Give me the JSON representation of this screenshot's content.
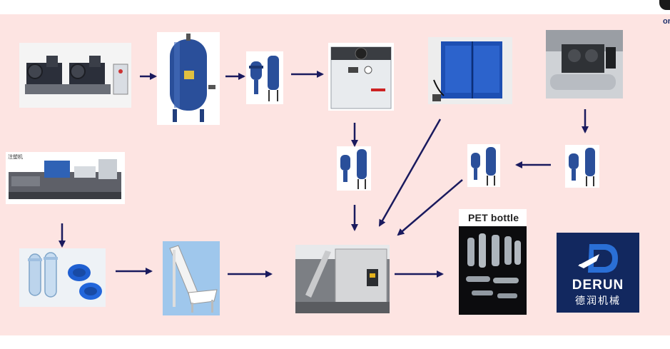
{
  "edge_text": "or",
  "pet_label": "PET bottle",
  "logo": {
    "name": "DERUN",
    "chinese": "德润机械"
  },
  "inj_label": "注塑机",
  "colors": {
    "background": "#fde4e2",
    "arrow": "#1a1a5e",
    "tank": "#2a4f9a",
    "logo_bg": "#12285f"
  },
  "icons": [
    "air-compressor-icon",
    "air-tank-icon",
    "filter-icon",
    "air-dryer-icon",
    "chiller-icon",
    "high-pressure-compressor-icon",
    "injection-machine-icon",
    "preform-icon",
    "conveyor-icon",
    "blow-molding-machine-icon",
    "pet-bottles-icon",
    "derun-logo-icon"
  ]
}
